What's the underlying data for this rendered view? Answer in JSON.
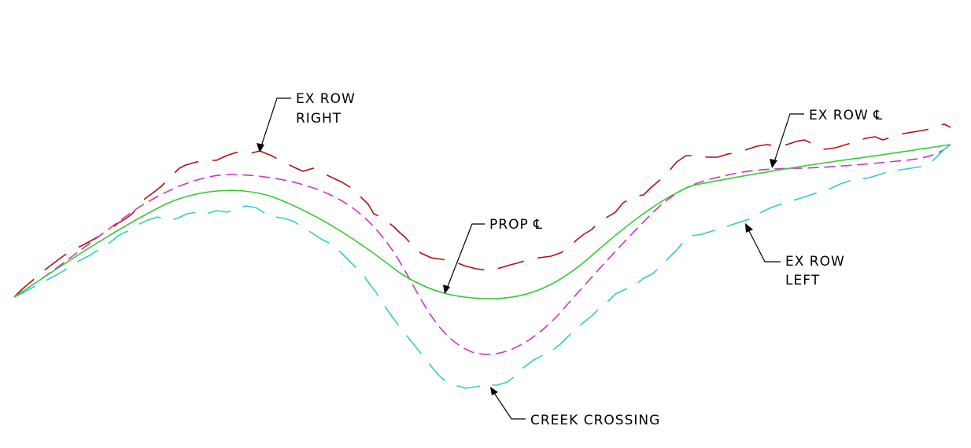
{
  "labels": {
    "ex_row_right_line1": "EX ROW",
    "ex_row_right_line2": "RIGHT",
    "ex_row_cl": "EX ROW ℄",
    "prop_cl": "PROP ℄",
    "ex_row_left_line1": "EX ROW",
    "ex_row_left_line2": "LEFT",
    "creek_crossing": "CREEK CROSSING"
  },
  "colors": {
    "background": "#ffffff",
    "prop_centerline": "#33cc33",
    "ex_row_centerline": "#cc33cc",
    "ex_row_right": "#b01010",
    "ex_row_left": "#33cccc",
    "leader": "#000000"
  },
  "lines": {
    "prop_centerline": "solid",
    "ex_row_centerline": "dashed",
    "ex_row_right": "dashed-jagged",
    "ex_row_left": "dashed-jagged"
  }
}
